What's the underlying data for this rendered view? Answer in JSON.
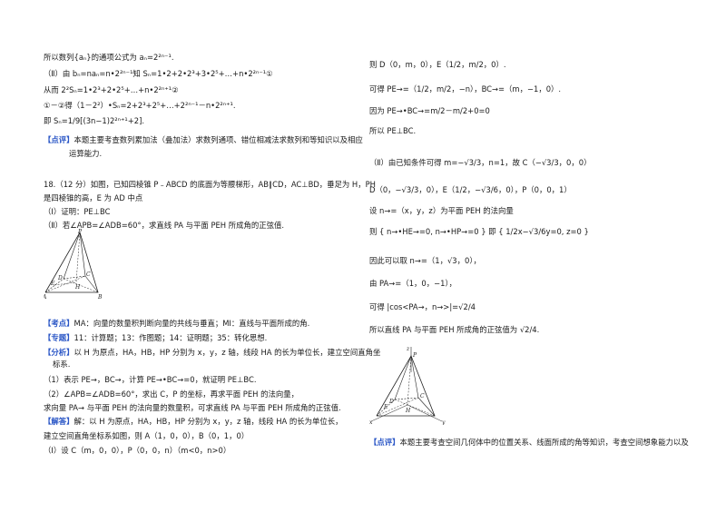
{
  "left": {
    "lines": [
      "所以数列{aₙ}的通项公式为 aₙ=2²ⁿ⁻¹.",
      "（Ⅱ）由 bₙ=naₙ=n•2²ⁿ⁻¹知 Sₙ=1•2+2•2³+3•2⁵+…+n•2²ⁿ⁻¹①",
      "从而 2²Sₙ=1•2³+2•2⁵+…+n•2²ⁿ⁺¹②",
      "①－②得（1－2²）•Sₙ=2+2³+2⁵+…+2²ⁿ⁻¹－n•2²ⁿ⁺¹.",
      "即 Sₙ=1/9[(3n−1)2²ⁿ⁺¹+2]."
    ],
    "review1": {
      "tag": "【点评】",
      "text": "本题主要考查数列累加法（叠加法）求数列通项、错位相减法求数列和等知识以及相应",
      "text2": "运算能力."
    },
    "q18": [
      "18.（12 分）如图，已知四棱锥 P﹣ABCD 的底面为等腰梯形，AB∥CD，AC⊥BD，垂足为 H，PH",
      "是四棱锥的高，E 为 AD 中点",
      "（Ⅰ）证明：PE⊥BC",
      "（Ⅱ）若∠APB=∠ADB=60°，求直线 PA 与平面 PEH 所成角的正弦值."
    ],
    "kaodian": {
      "tag": "【考点】",
      "text": "MA：向量的数量积判断向量的共线与垂直；MI：直线与平面所成的角."
    },
    "zhuanti": {
      "tag": "【专题】",
      "text": "11：计算题；13：作图题；14：证明题；35：转化思想."
    },
    "fenxi": {
      "tag": "【分析】",
      "text": "以 H 为原点，HA，HB，HP 分别为 x，y，z 轴，线段 HA 的长为单位长，建立空间直角坐",
      "text2": "标系."
    },
    "steps": [
      "（1）表示 PE→，BC→，计算 PE→•BC→=0，就证明 PE⊥BC.",
      "（2）∠APB=∠ADB=60°，求出 C，P 的坐标，再求平面 PEH 的法向量，",
      "求向量 PA→ 与平面 PEH 的法向量的数量积，可求直线 PA 与平面 PEH 所成角的正弦值."
    ],
    "jieda": {
      "tag": "【解答】",
      "text": "解：以 H 为原点，HA，HB，HP 分别为 x，y，z 轴，线段 HA 的长为单位长，"
    },
    "tail": [
      "建立空间直角坐标系如图，则 A（1，0，0），B（0，1，0）",
      "（Ⅰ）设 C（m，0，0），P（0，0，n）（m<0，n>0）"
    ]
  },
  "right": {
    "lines1": [
      "则 D（0，m，0），E（1/2，m/2，0）.",
      "可得 PE→=（1/2，m/2，−n），BC→=（m，−1，0）.",
      "因为 PE→•BC→=m/2－m/2+0=0",
      "所以 PE⊥BC."
    ],
    "part2": [
      "（Ⅱ）由已知条件可得 m=−√3/3，n=1，故 C（−√3/3，0，0）",
      "D（0，−√3/3，0），E（1/2，−√3/6，0），P（0，0，1）",
      "设 n→=（x，y，z）为平面 PEH 的法向量",
      "则 { n→•HE→=0, n→•HP→=0 } 即 { 1/2x−√3/6y=0, z=0 }",
      "因此可以取 n→=（1，√3，0），",
      "由 PA→=（1，0，−1），",
      "可得 |cos<PA→，n→>|=√2/4",
      "所以直线 PA 与平面 PEH 所成角的正弦值为 √2/4."
    ],
    "review2": {
      "tag": "【点评】",
      "text": "本题主要考查空间几何体中的位置关系、线面所成的角等知识，考查空间想象能力以及"
    }
  },
  "figure_labels": {
    "P": "P",
    "A": "A",
    "B": "B",
    "C": "C",
    "D": "D",
    "E": "E",
    "H": "H",
    "x": "x",
    "y": "y",
    "z": "z"
  }
}
